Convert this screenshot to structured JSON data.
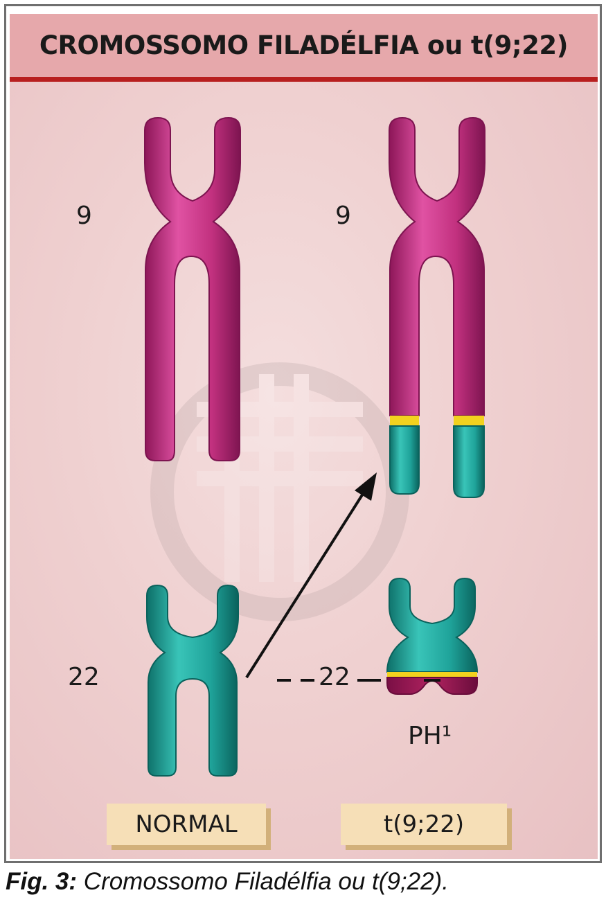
{
  "title": "CROMOSSOMO FILADÉLFIA ou t(9;22)",
  "labels": {
    "normal_9": "9",
    "translocated_9": "9",
    "normal_22": "22",
    "translocated_22": "22",
    "ph": "PH¹"
  },
  "tags": {
    "normal": "NORMAL",
    "translocation": "t(9;22)"
  },
  "caption": {
    "prefix": "Fig. 3:",
    "text": " Cromossomo Filadélfia ou t(9;22)."
  },
  "colors": {
    "chromosome_9": "#c2317f",
    "chromosome_22": "#1fa39a",
    "breakpoint_band": "#f2d21f",
    "header_bar": "#e6a8ab",
    "header_rule": "#b81f1f",
    "tag_fill": "#f6dfb7"
  }
}
